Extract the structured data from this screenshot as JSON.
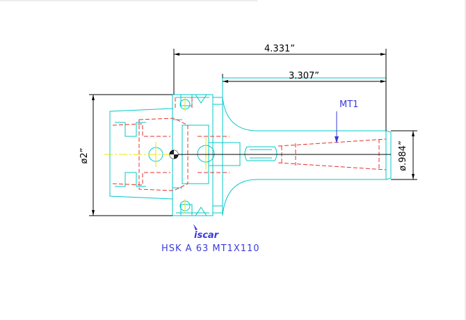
{
  "drawing": {
    "dimensions": {
      "overall_length": "4.331”",
      "gauge_length": "3.307”",
      "flange_diameter": "ø2”",
      "nose_diameter": "ø.984”"
    },
    "taper_callout": "MT1",
    "logo_text": "iscar",
    "caption": "HSK  A  63  MT1X110",
    "colors": {
      "outline": "#00c8c8",
      "hidden": "#e03030",
      "center": "#e8e800",
      "dimension": "#000000",
      "annotation": "#3a3ae0"
    }
  }
}
